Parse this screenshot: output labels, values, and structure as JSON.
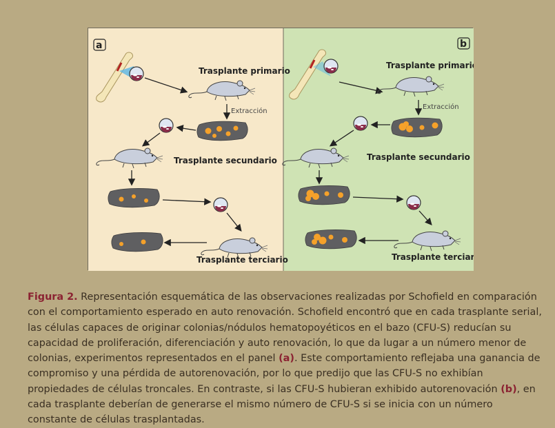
{
  "panels": {
    "a": {
      "letter": "a",
      "primary": "Trasplante primario",
      "extraction": "Extracción",
      "secondary": "Trasplante secundario",
      "tertiary": "Trasplante terciario"
    },
    "b": {
      "letter": "b",
      "primary": "Trasplante primario",
      "extraction": "Extracción",
      "secondary": "Trasplante secundario",
      "tertiary": "Trasplante terciario"
    }
  },
  "colors": {
    "panel_a_bg": "#f7e8c9",
    "panel_b_bg": "#cfe3b4",
    "spleen": "#5f5f61",
    "colony": "#f5a12a",
    "caption_highlight": "#8b2332"
  },
  "caption": {
    "figure_label": "Figura 2.",
    "text_1": " Representación esquemática de las observaciones realizadas por Schofield en comparación con el comportamiento esperado en auto renovación. Schofield encontró que en cada trasplante serial, las células capaces de originar colonias/nódulos hematopoyéticos en el bazo (CFU-S) reducían su capacidad de proliferación, diferenciación y auto renovación, lo que da lugar a un número menor de colonias, experimentos representados en el panel ",
    "ref_a": "(a)",
    "text_2": ". Este comportamiento reflejaba una ganancia de compromiso y una pérdida de autorenovación, por lo que predijo que las CFU-S no exhibían propiedades de células troncales. En contraste, si las CFU-S hubieran exhibido autorenovación ",
    "ref_b": "(b)",
    "text_3": ", en cada trasplante deberían de generarse el mismo número de CFU-S si se inicia con un número constante de células trasplantadas."
  }
}
